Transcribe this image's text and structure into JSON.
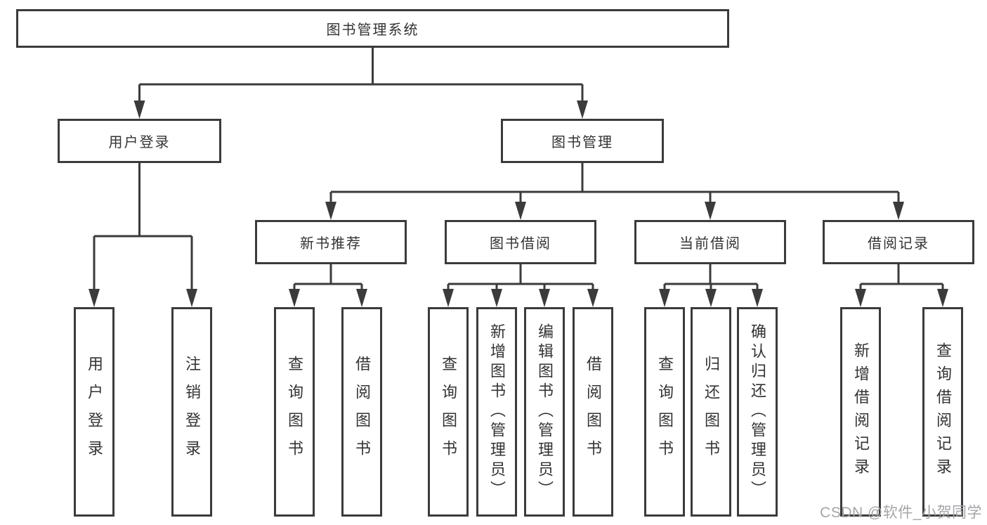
{
  "diagram_title": "图书管理系统",
  "tree": {
    "label": "图书管理系统",
    "children": [
      {
        "label": "用户登录",
        "children": [
          {
            "label": "用户登录"
          },
          {
            "label": "注销登录"
          }
        ]
      },
      {
        "label": "图书管理",
        "children": [
          {
            "label": "新书推荐",
            "children": [
              {
                "label": "查询图书"
              },
              {
                "label": "借阅图书"
              }
            ]
          },
          {
            "label": "图书借阅",
            "children": [
              {
                "label": "查询图书"
              },
              {
                "label": "新增图书（管理员）"
              },
              {
                "label": "编辑图书（管理员）"
              },
              {
                "label": "借阅图书"
              }
            ]
          },
          {
            "label": "当前借阅",
            "children": [
              {
                "label": "查询图书"
              },
              {
                "label": "归还图书"
              },
              {
                "label": "确认归还（管理员）"
              }
            ]
          },
          {
            "label": "借阅记录",
            "children": [
              {
                "label": "新增借阅记录"
              },
              {
                "label": "查询借阅记录"
              }
            ]
          }
        ]
      }
    ]
  },
  "watermark": {
    "text": "CSDN @软件_小贺同学"
  },
  "colors": {
    "line": "#3b3b3b",
    "box_border": "#3b3b3b",
    "box_fill": "#ffffff",
    "text": "#333333",
    "watermark": "#a2a6ab",
    "background": "#ffffff"
  }
}
